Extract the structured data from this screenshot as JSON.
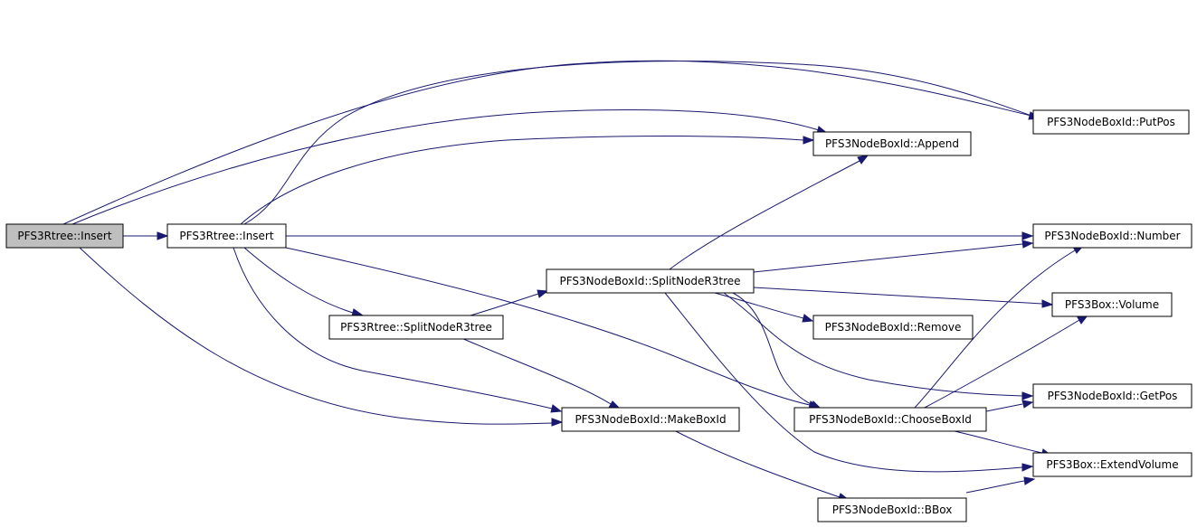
{
  "nodes": [
    {
      "id": "n0",
      "label": "PFS3Rtree::Insert",
      "root": true
    },
    {
      "id": "n1",
      "label": "PFS3Rtree::Insert",
      "root": false
    },
    {
      "id": "n2",
      "label": "PFS3NodeBoxId::PutPos",
      "root": false
    },
    {
      "id": "n3",
      "label": "PFS3NodeBoxId::Append",
      "root": false
    },
    {
      "id": "n4",
      "label": "PFS3NodeBoxId::Number",
      "root": false
    },
    {
      "id": "n5",
      "label": "PFS3NodeBoxId::SplitNodeR3tree",
      "root": false
    },
    {
      "id": "n6",
      "label": "PFS3Box::Volume",
      "root": false
    },
    {
      "id": "n7",
      "label": "PFS3Rtree::SplitNodeR3tree",
      "root": false
    },
    {
      "id": "n8",
      "label": "PFS3NodeBoxId::Remove",
      "root": false
    },
    {
      "id": "n9",
      "label": "PFS3NodeBoxId::GetPos",
      "root": false
    },
    {
      "id": "n10",
      "label": "PFS3NodeBoxId::MakeBoxId",
      "root": false
    },
    {
      "id": "n11",
      "label": "PFS3NodeBoxId::ChooseBoxId",
      "root": false
    },
    {
      "id": "n12",
      "label": "PFS3Box::ExtendVolume",
      "root": false
    },
    {
      "id": "n13",
      "label": "PFS3NodeBoxId::BBox",
      "root": false
    }
  ],
  "colors": {
    "edge": "#191970",
    "root_fill": "#bfbfbf",
    "node_fill": "#ffffff",
    "node_border": "#000000"
  }
}
